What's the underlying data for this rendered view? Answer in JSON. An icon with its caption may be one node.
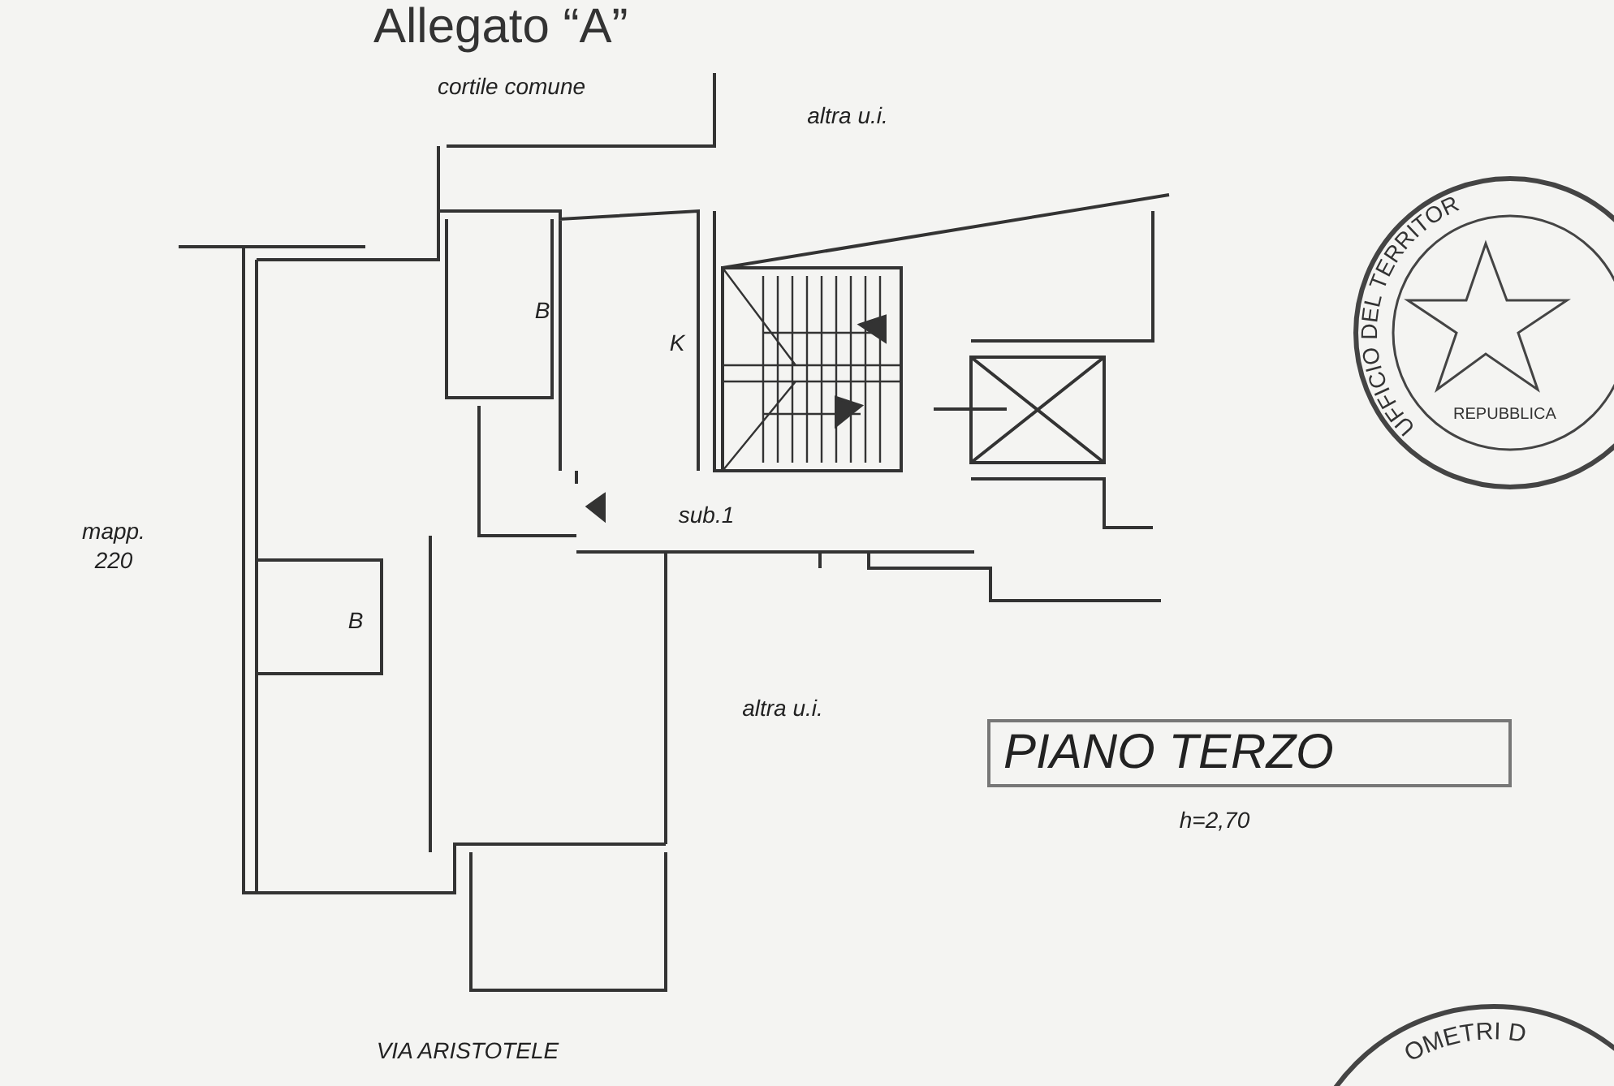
{
  "diagram": {
    "title": "Allegato “A”",
    "nodes": [
      {
        "text": [
          "PIANO TERZO"
        ]
      }
    ],
    "labels": [
      "cortile comune",
      "altra u.i.",
      "B",
      "K",
      "sub.1",
      "mapp. 220",
      "B",
      "altra u.i.",
      "h=2,70",
      "VIA ARISTOTELE",
      "UFFICIO DEL TERRITOR",
      "REPUBBLICA",
      "OMETRI D"
    ]
  }
}
